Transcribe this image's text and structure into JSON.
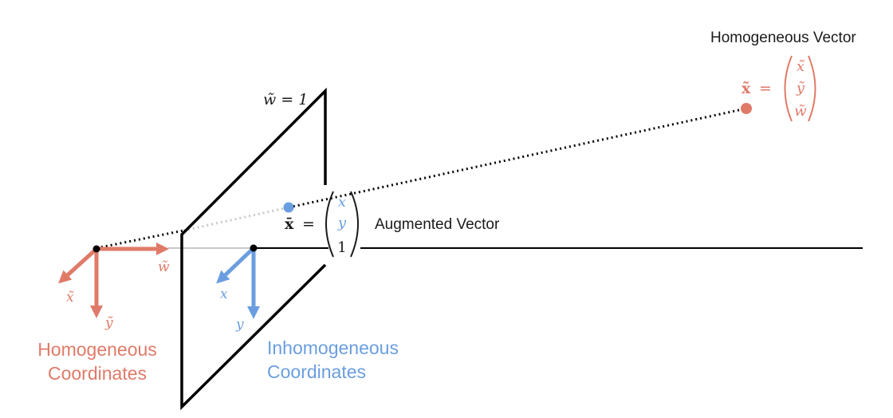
{
  "colors": {
    "homogeneous": "#e07a68",
    "inhomogeneous": "#6a9ee0",
    "ink": "#000000",
    "faint": "#c8c8c8"
  },
  "plane_label": "w̃ = 1",
  "homogeneous_vector": {
    "title": "Homogeneous Vector",
    "symbol": "x̃",
    "equals": "=",
    "components": [
      "x̃",
      "ỹ",
      "w̃"
    ]
  },
  "augmented_vector": {
    "title": "Augmented Vector",
    "symbol": "x̄",
    "equals": "=",
    "components": [
      "x",
      "y",
      "1"
    ]
  },
  "homogeneous_axes": {
    "x": "x̃",
    "y": "ỹ",
    "w": "w̃"
  },
  "inhomogeneous_axes": {
    "x": "x",
    "y": "y"
  },
  "homogeneous_caption": [
    "Homogeneous",
    "Coordinates"
  ],
  "inhomogeneous_caption": [
    "Inhomogeneous",
    "Coordinates"
  ]
}
